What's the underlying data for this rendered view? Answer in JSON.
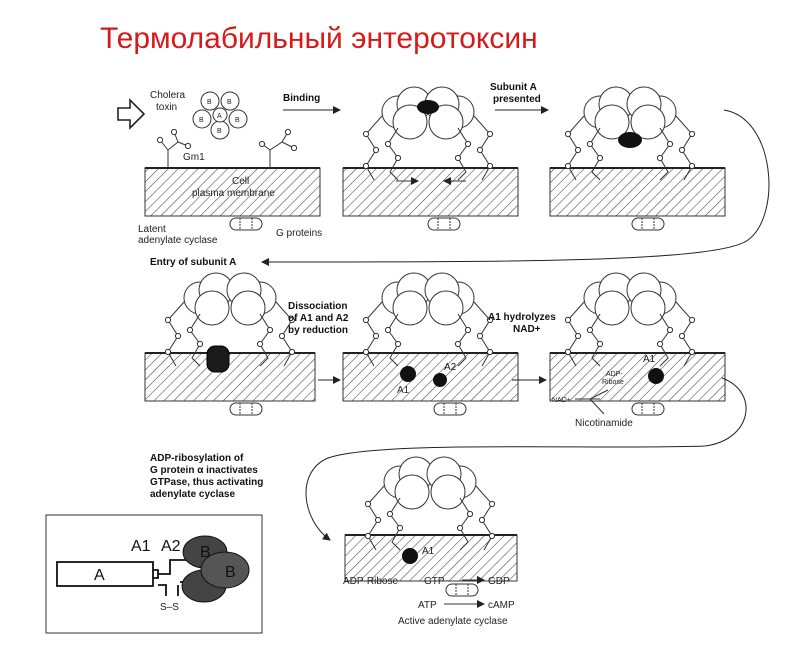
{
  "title": "Термолабильный энтеротоксин",
  "labels": {
    "cholera": "Cholera",
    "toxin": "toxin",
    "binding": "Binding",
    "subunit_a": "Subunit A",
    "presented": "presented",
    "gm1": "Gm1",
    "cell": "Cell",
    "plasma_membrane": "plasma membrane",
    "latent": "Latent",
    "adenylate_cyclase": "adenylate cyclase",
    "g_proteins": "G proteins",
    "entry": "Entry of subunit A",
    "dissociation_1": "Dissociation",
    "dissociation_2": "of A1 and A2",
    "dissociation_3": "by reduction",
    "hydrolyzes_1": "A1 hydrolyzes",
    "hydrolyzes_2": "NAD+",
    "a1": "A1",
    "a2": "A2",
    "adp_1": "ADP-",
    "adp_2": "Ribose",
    "nad": "NAD+",
    "nicotinamide": "Nicotinamide",
    "adpr_1": "ADP-ribosylation of",
    "adpr_2": "G protein α inactivates",
    "adpr_3": "GTPase, thus activating",
    "adpr_4": "adenylate cyclase",
    "adp_ribose": "ADP-Ribose",
    "gtp": "GTP",
    "gdp": "GDP",
    "atp": "ATP",
    "camp": "cAMP",
    "active_cyclase": "Active adenylate cyclase",
    "b": "B",
    "a": "A",
    "ss": "S–S"
  }
}
